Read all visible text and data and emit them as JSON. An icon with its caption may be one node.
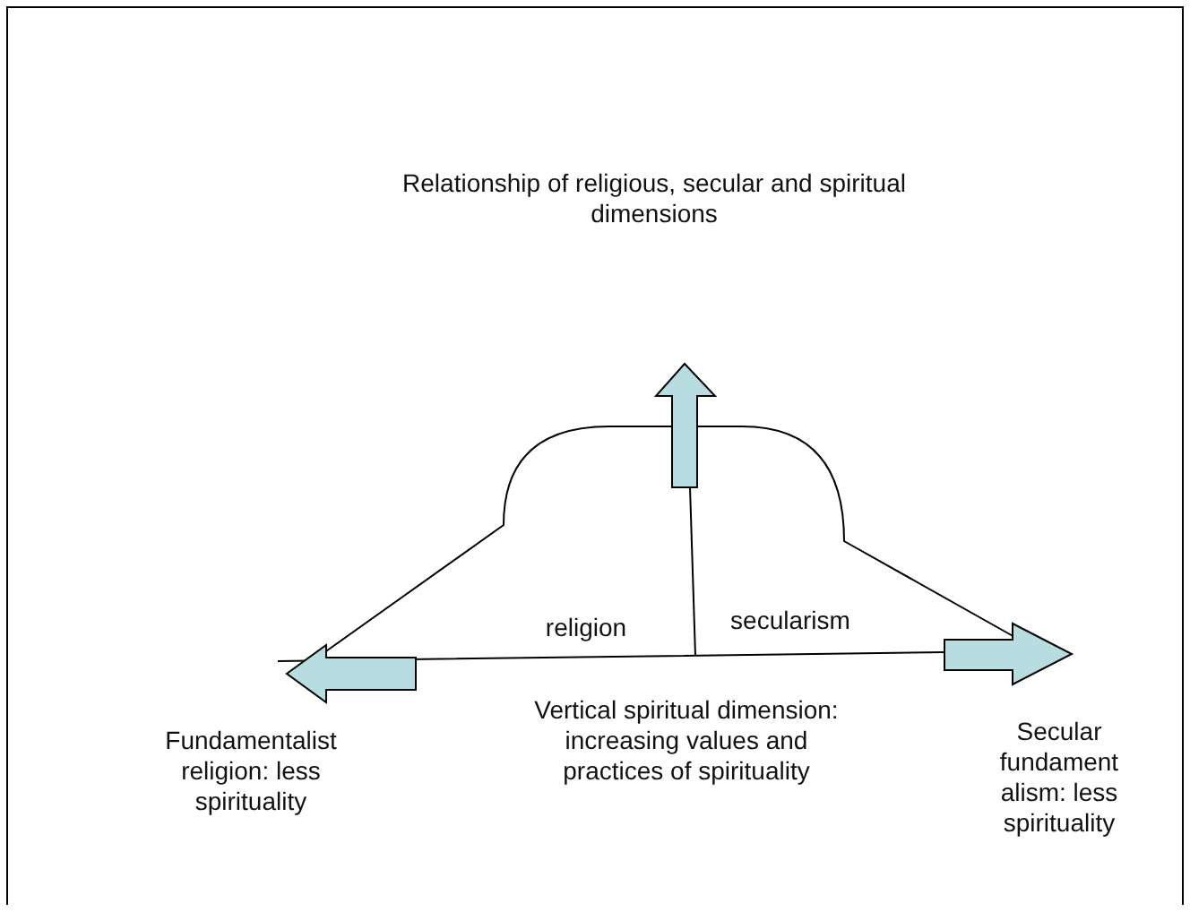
{
  "diagram": {
    "title": "Relationship of religious, secular and spiritual dimensions",
    "labels": [
      "religion",
      "secularism",
      "Fundamentalist religion: less spirituality",
      "Vertical spiritual dimension: increasing values and practices of spirituality",
      "Secular fundament alism: less spirituality"
    ]
  }
}
